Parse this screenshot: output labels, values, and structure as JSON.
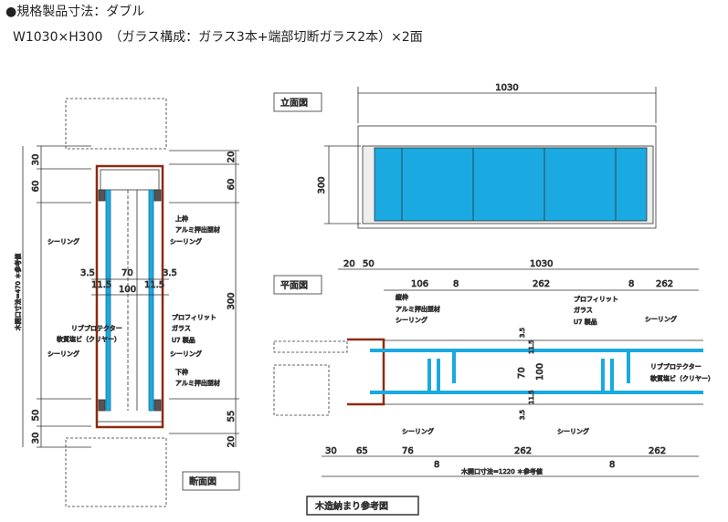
{
  "header": {
    "title": "●規格製品寸法：ダブル",
    "subtitle": "W1030×H300　（ガラス構成：ガラス3本+端部切断ガラス2本）×2面"
  },
  "colors": {
    "glass": "#1aa9e0",
    "frame": "#8b2a12"
  },
  "section": {
    "label": "断面図",
    "dims_left": [
      "30",
      "60",
      "50",
      "30"
    ],
    "dims_right": [
      "20",
      "60",
      "300",
      "55",
      "20"
    ],
    "total": "木開口寸法=470 ＊参考値",
    "widths": [
      "3.5",
      "70",
      "3.5",
      "11.5",
      "11.5",
      "100"
    ],
    "notes": {
      "top_frame": "上枠",
      "alu1": "アルミ押出型材",
      "seal_l1": "シーリング",
      "seal_r1": "シーリング",
      "profilit": "プロフィリット",
      "glass": "ガラス",
      "u7": "U7 製品",
      "rib": "リブプロテクター",
      "pvc": "軟質塩ビ（クリヤー）",
      "seal_l2": "シーリング",
      "seal_r2": "シーリング",
      "bottom_frame": "下枠",
      "alu2": "アルミ押出型材"
    }
  },
  "elevation": {
    "label": "立面図",
    "width": "1030",
    "height": "300"
  },
  "plan": {
    "label": "平面図",
    "top1": [
      "20",
      "50",
      "1030"
    ],
    "top2": [
      "106",
      "8",
      "262",
      "8",
      "262"
    ],
    "bottom": [
      "30",
      "65",
      "76",
      "262",
      "262"
    ],
    "eights": [
      "8",
      "8"
    ],
    "total": "木開口寸法=1220 ＊参考値",
    "vert": [
      "3.5",
      "11.5",
      "70",
      "100",
      "11.5",
      "3.5"
    ],
    "notes": {
      "side_frame": "縦枠",
      "alu": "アルミ押出型材",
      "seal1": "シーリング",
      "profilit": "プロフィリット",
      "glass": "ガラス",
      "u7": "U7 製品",
      "seal2": "シーリング",
      "rib": "リブプロテクター",
      "pvc": "軟質塩ビ（クリヤー）",
      "seal3": "シーリング",
      "seal4": "シーリング"
    }
  },
  "footer": {
    "label": "木造納まり参考図"
  }
}
